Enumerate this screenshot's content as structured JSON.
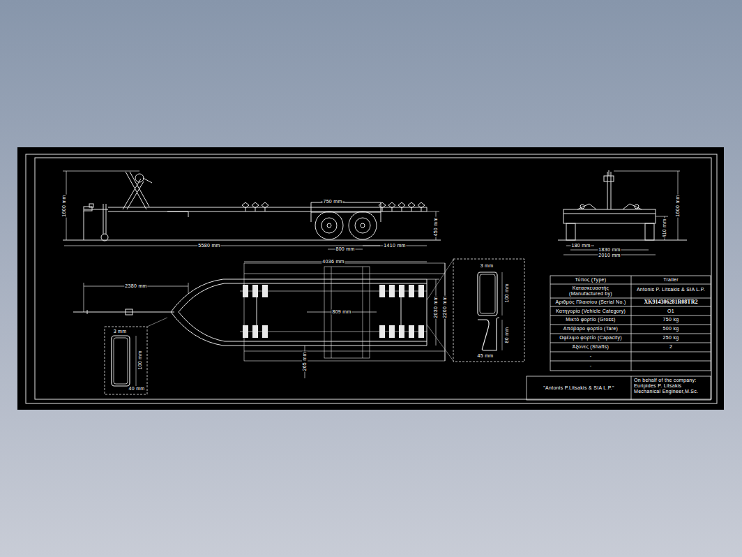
{
  "diagram": {
    "labels": [
      "1600 mm",
      "750 mm",
      "5580 mm",
      "800 mm",
      "1410 mm",
      "450 mm",
      "1600 mm",
      "410 mm",
      "180 mm",
      "1830 mm",
      "2010 mm",
      "2380 mm",
      "4036 mm",
      "809 mm",
      "2030 mm",
      "2200 mm",
      "265 mm",
      "3 mm",
      "100 mm",
      "40 mm",
      "3 mm",
      "100 mm",
      "80 mm",
      "45 mm",
      "Τύπος (Type)",
      "Trailer",
      "Κατασκευαστής (Manufactured by)",
      "Antonis P. Litsakis & SIA L.P.",
      "Αριθμός Πλαισίου (Serial No.)",
      "XK914306281R08TR2",
      "Κατηγορία (Vehicle Category)",
      "O1",
      "Μικτό φορτίο (Gross)",
      "750 kg",
      "Απόβαρο φορτίο (Tare)",
      "500 kg",
      "Ωφέλιμο φορτίο (Capacity)",
      "250 kg",
      "Άξονες (Shafts)",
      "2",
      "-",
      "-",
      "\"Antonis P.Litsakis & SIA L.P.\"",
      "On behalf of the company: Euripides P. Litsakis Mechanical Engineer,M.Sc."
    ]
  }
}
